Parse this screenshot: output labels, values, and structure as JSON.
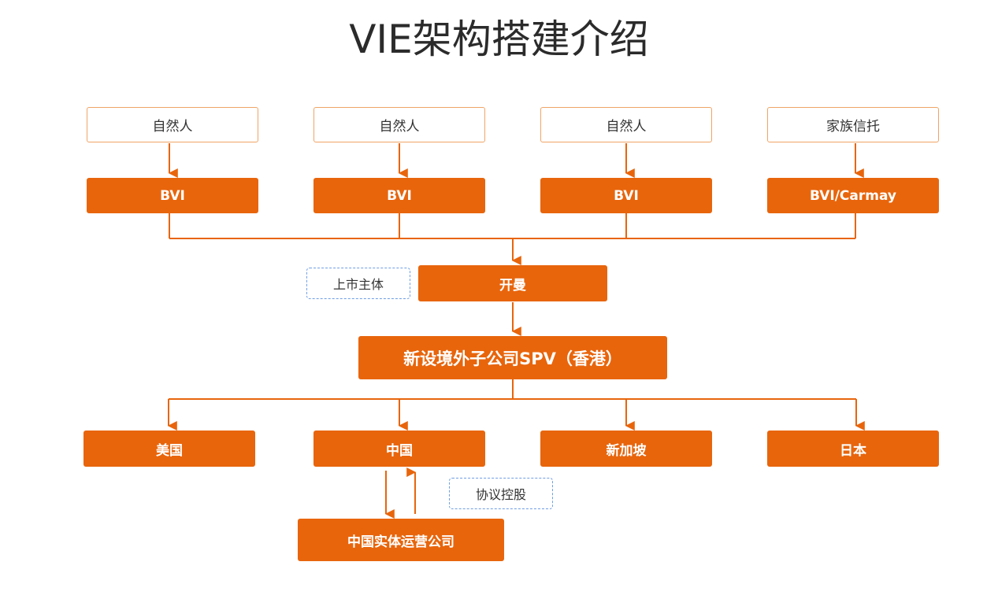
{
  "title": "VIE架构搭建介绍",
  "colors": {
    "accent": "#e8650c",
    "outline": "#f0a466",
    "dashed": "#6f9ee6"
  },
  "shareholders": [
    "自然人",
    "自然人",
    "自然人",
    "家族信托"
  ],
  "bvi": [
    "BVI",
    "BVI",
    "BVI",
    "BVI/Carmay"
  ],
  "listed_entity_label": "上市主体",
  "listed_entity": "开曼",
  "spv": "新设境外子公司SPV（香港）",
  "countries": [
    "美国",
    "中国",
    "新加坡",
    "日本"
  ],
  "agreement_label": "协议控股",
  "china_operating": "中国实体运营公司"
}
